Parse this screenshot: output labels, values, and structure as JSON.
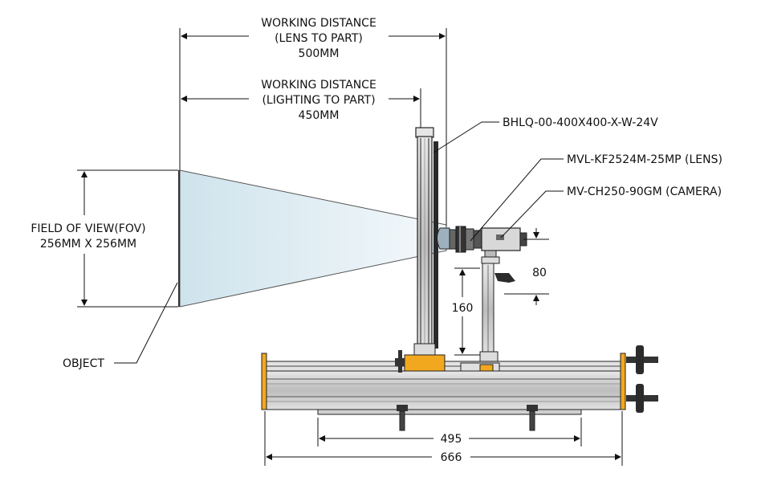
{
  "dimensions": {
    "working_distance_lens": {
      "line1": "WORKING DISTANCE",
      "line2": "(LENS TO PART)",
      "line3": "500MM"
    },
    "working_distance_lighting": {
      "line1": "WORKING DISTANCE",
      "line2": "(LIGHTING TO PART)",
      "line3": "450MM"
    },
    "field_of_view": {
      "line1": "FIELD OF VIEW(FOV)",
      "line2": "256MM X 256MM"
    },
    "camera_height": "80",
    "mount_height": "160",
    "rail_span_inner": "495",
    "rail_span_total": "666"
  },
  "callouts": {
    "light": "BHLQ-00-400X400-X-W-24V",
    "lens": "MVL-KF2524M-25MP (LENS)",
    "camera": "MV-CH250-90GM (CAMERA)",
    "object": "OBJECT"
  },
  "colors": {
    "fov_fill": "#cfe3ec",
    "bracket_orange": "#f2a81e",
    "metal": "#c8c8c8",
    "dark": "#222222"
  }
}
